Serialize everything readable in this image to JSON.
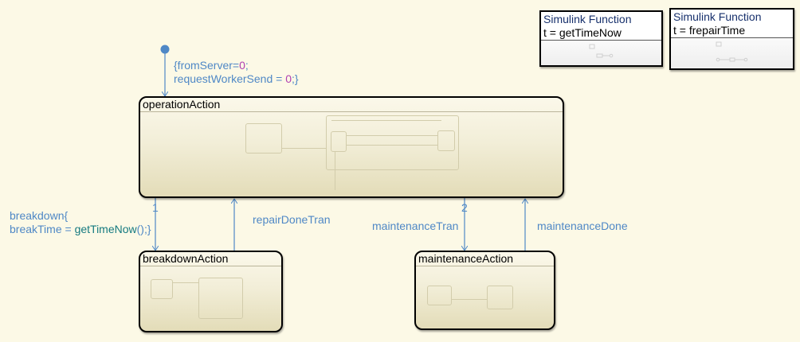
{
  "default_transition": {
    "line1_prefix": "{fromServer=",
    "line1_value": "0",
    "line1_suffix": ";",
    "line2_prefix": "requestWorkerSend = ",
    "line2_value": "0",
    "line2_suffix": ";}"
  },
  "states": {
    "operation": "operationAction",
    "breakdown": "breakdownAction",
    "maintenance": "maintenanceAction"
  },
  "transitions": {
    "breakdown": {
      "order": "1",
      "line1": "breakdown{",
      "line2_prefix": "breakTime = ",
      "line2_call": "getTimeNow",
      "line2_suffix": "();}"
    },
    "repair_done": "repairDoneTran",
    "maintenance": {
      "order": "2",
      "label": "maintenanceTran"
    },
    "maintenance_done": "maintenanceDone"
  },
  "simulink_functions": [
    {
      "title": "Simulink Function",
      "signature": "t = getTimeNow"
    },
    {
      "title": "Simulink Function",
      "signature": "t = frepairTime"
    }
  ],
  "colors": {
    "background": "#fcf9e6",
    "transition": "#4f88c6",
    "numeric_literal": "#b040b0",
    "function_call": "#157a80",
    "function_title": "#17306c"
  }
}
